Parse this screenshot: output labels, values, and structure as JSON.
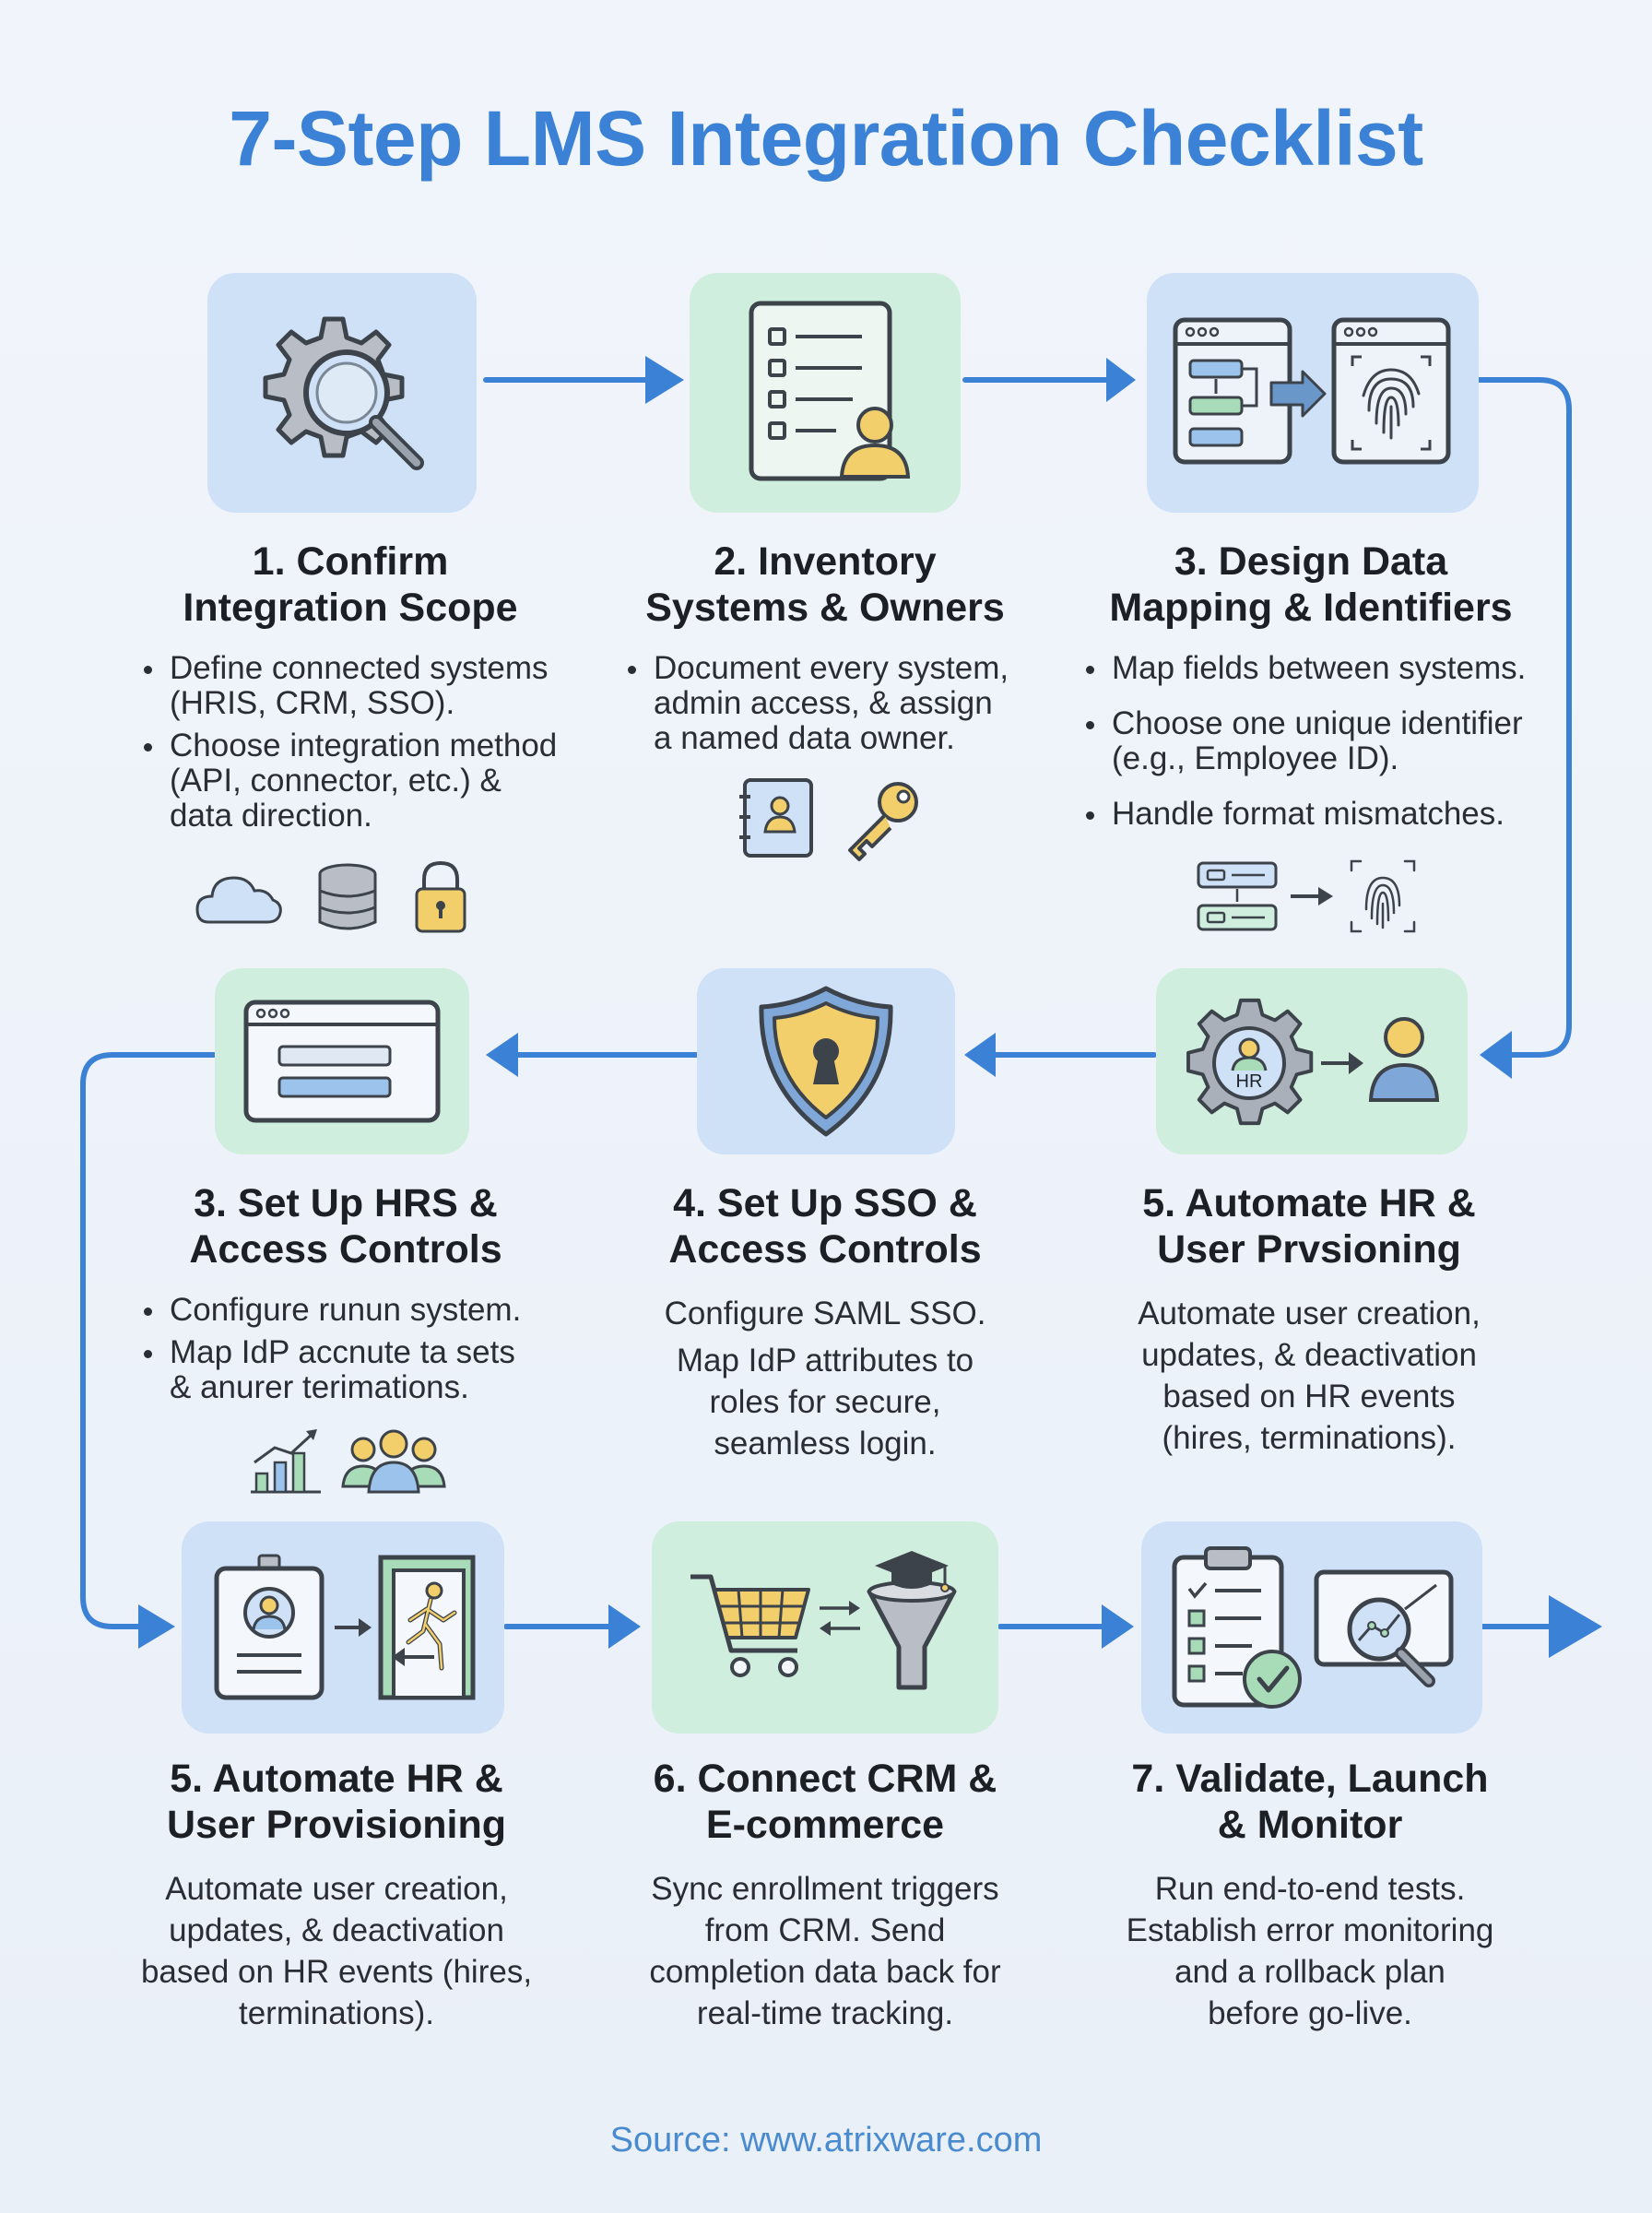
{
  "title": "7-Step LMS Integration Checklist",
  "source": "Source: www.atrixware.com",
  "colors": {
    "accent": "#3b82d6",
    "tile_blue": "#cfe1f7",
    "tile_green": "#cfeedd",
    "icon_yellow": "#f3cf6b"
  },
  "steps": [
    {
      "title": "1. Confirm\nIntegration Scope",
      "icons": [
        "gear-icon",
        "magnifier-icon",
        "cloud-icon",
        "database-icon",
        "padlock-icon"
      ],
      "bullets": [
        "Define connected systems\n(HRIS, CRM, SSO).",
        "Choose integration method\n(API, connector, etc.) &\ndata direction."
      ]
    },
    {
      "title": "2. Inventory\nSystems & Owners",
      "icons": [
        "checklist-icon",
        "user-icon",
        "address-book-icon",
        "key-icon"
      ],
      "bullets": [
        "Document every system,\nadmin access, & assign\na named data owner."
      ]
    },
    {
      "title": "3. Design Data\nMapping & Identifiers",
      "icons": [
        "browser-window-icon",
        "arrow-right-icon",
        "fingerprint-icon"
      ],
      "bullets": [
        "Map fields between systems.",
        "Choose one unique identifier\n(e.g., Employee ID).",
        "Handle format mismatches."
      ]
    },
    {
      "title": "3. Set Up HRS &\nAccess Controls",
      "icons": [
        "browser-window-icon",
        "bar-chart-icon",
        "people-group-icon"
      ],
      "bullets": [
        "Configure runun system.",
        "Map IdP accnute ta sets\n& anurer terimations."
      ]
    },
    {
      "title": "4. Set Up SSO &\nAccess Controls",
      "icons": [
        "shield-keyhole-icon"
      ],
      "lines": [
        "Configure SAML SSO.",
        "Map IdP attributes to\nroles for secure,\nseamless login."
      ]
    },
    {
      "title": "5. Automate HR &\nUser Prvsioning",
      "icons": [
        "hr-gear-icon",
        "user-icon"
      ],
      "hr_badge": "HR",
      "lines": [
        "Automate user creation,\nupdates, & deactivation\nbased on HR events\n(hires, terminations)."
      ]
    },
    {
      "title": "5. Automate HR &\nUser Provisioning",
      "icons": [
        "id-badge-icon",
        "exit-door-icon"
      ],
      "lines": [
        "Automate user creation,\nupdates, & deactivation\nbased on HR events (hires,\nterminations)."
      ]
    },
    {
      "title": "6. Connect CRM &\nE-commerce",
      "icons": [
        "shopping-cart-icon",
        "sync-arrows-icon",
        "funnel-icon",
        "graduation-cap-icon"
      ],
      "lines": [
        "Sync enrollment triggers\nfrom CRM. Send\ncompletion data back for\nreal-time tracking."
      ]
    },
    {
      "title": "7. Validate, Launch\n& Monitor",
      "icons": [
        "clipboard-checklist-icon",
        "check-circle-icon",
        "analytics-magnifier-icon"
      ],
      "lines": [
        "Run end-to-end tests.\nEstablish error monitoring\nand a rollback plan\nbefore go-live."
      ]
    }
  ]
}
